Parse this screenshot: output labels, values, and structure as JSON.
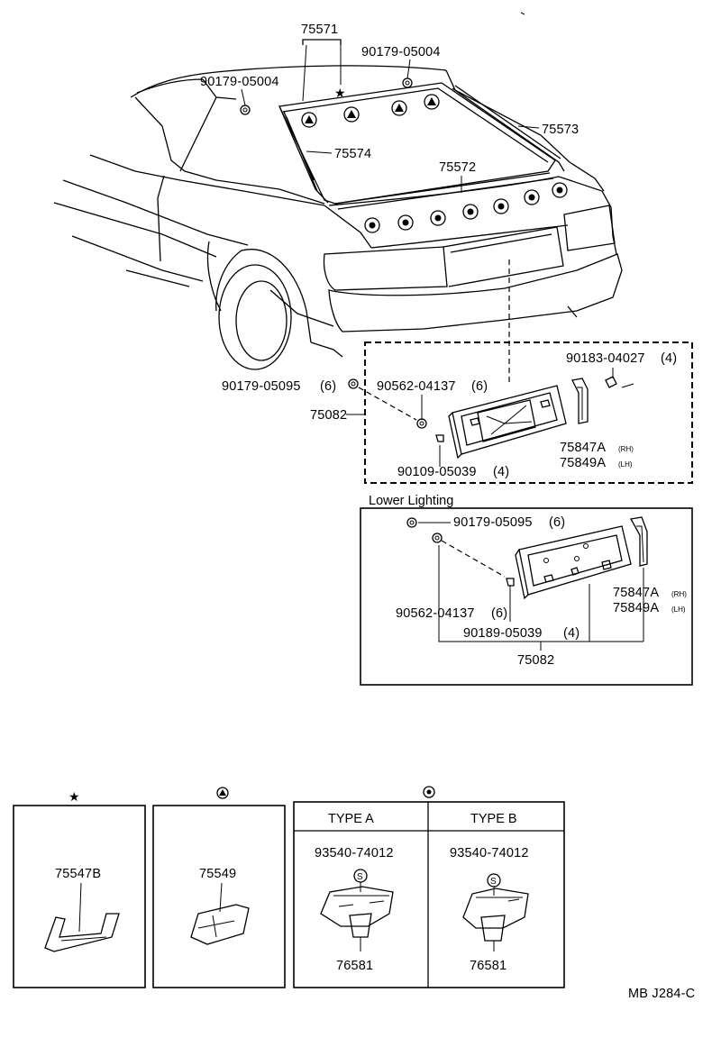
{
  "labels": {
    "p75571": "75571",
    "p90179_05004_a": "90179-05004",
    "p90179_05004_b": "90179-05004",
    "p75573": "75573",
    "p75574": "75574",
    "p75572": "75572",
    "p90183_04027": "90183-04027",
    "qty4_a": "(4)",
    "p90562_04137_a": "90562-04137",
    "qty6_a": "(6)",
    "p90179_05095_a": "90179-05095",
    "qty6_b": "(6)",
    "p75082_a": "75082",
    "p75847A_a": "75847A",
    "rh_a": "(RH)",
    "p75849A_a": "75849A",
    "lh_a": "(LH)",
    "p90109_05039": "90109-05039",
    "qty4_b": "(4)",
    "lower_lighting": "Lower Lighting",
    "p90179_05095_b": "90179-05095",
    "qty6_c": "(6)",
    "p90562_04137_b": "90562-04137",
    "qty6_d": "(6)",
    "p90189_05039": "90189-05039",
    "qty4_c": "(4)",
    "p75847A_b": "75847A",
    "rh_b": "(RH)",
    "p75849A_b": "75849A",
    "lh_b": "(LH)",
    "p75082_b": "75082",
    "p75547B": "75547B",
    "p75549": "75549",
    "type_a": "TYPE A",
    "type_b": "TYPE B",
    "p93540_74012_a": "93540-74012",
    "p93540_74012_b": "93540-74012",
    "s_a": "S",
    "s_b": "S",
    "p76581_a": "76581",
    "p76581_b": "76581",
    "footer_code": "MB J284-C"
  },
  "symbols": {
    "star": "★",
    "triangle": "triangle-in-circle",
    "dot": "dot-in-circle"
  },
  "colors": {
    "ink": "#000000",
    "paper": "#ffffff"
  }
}
